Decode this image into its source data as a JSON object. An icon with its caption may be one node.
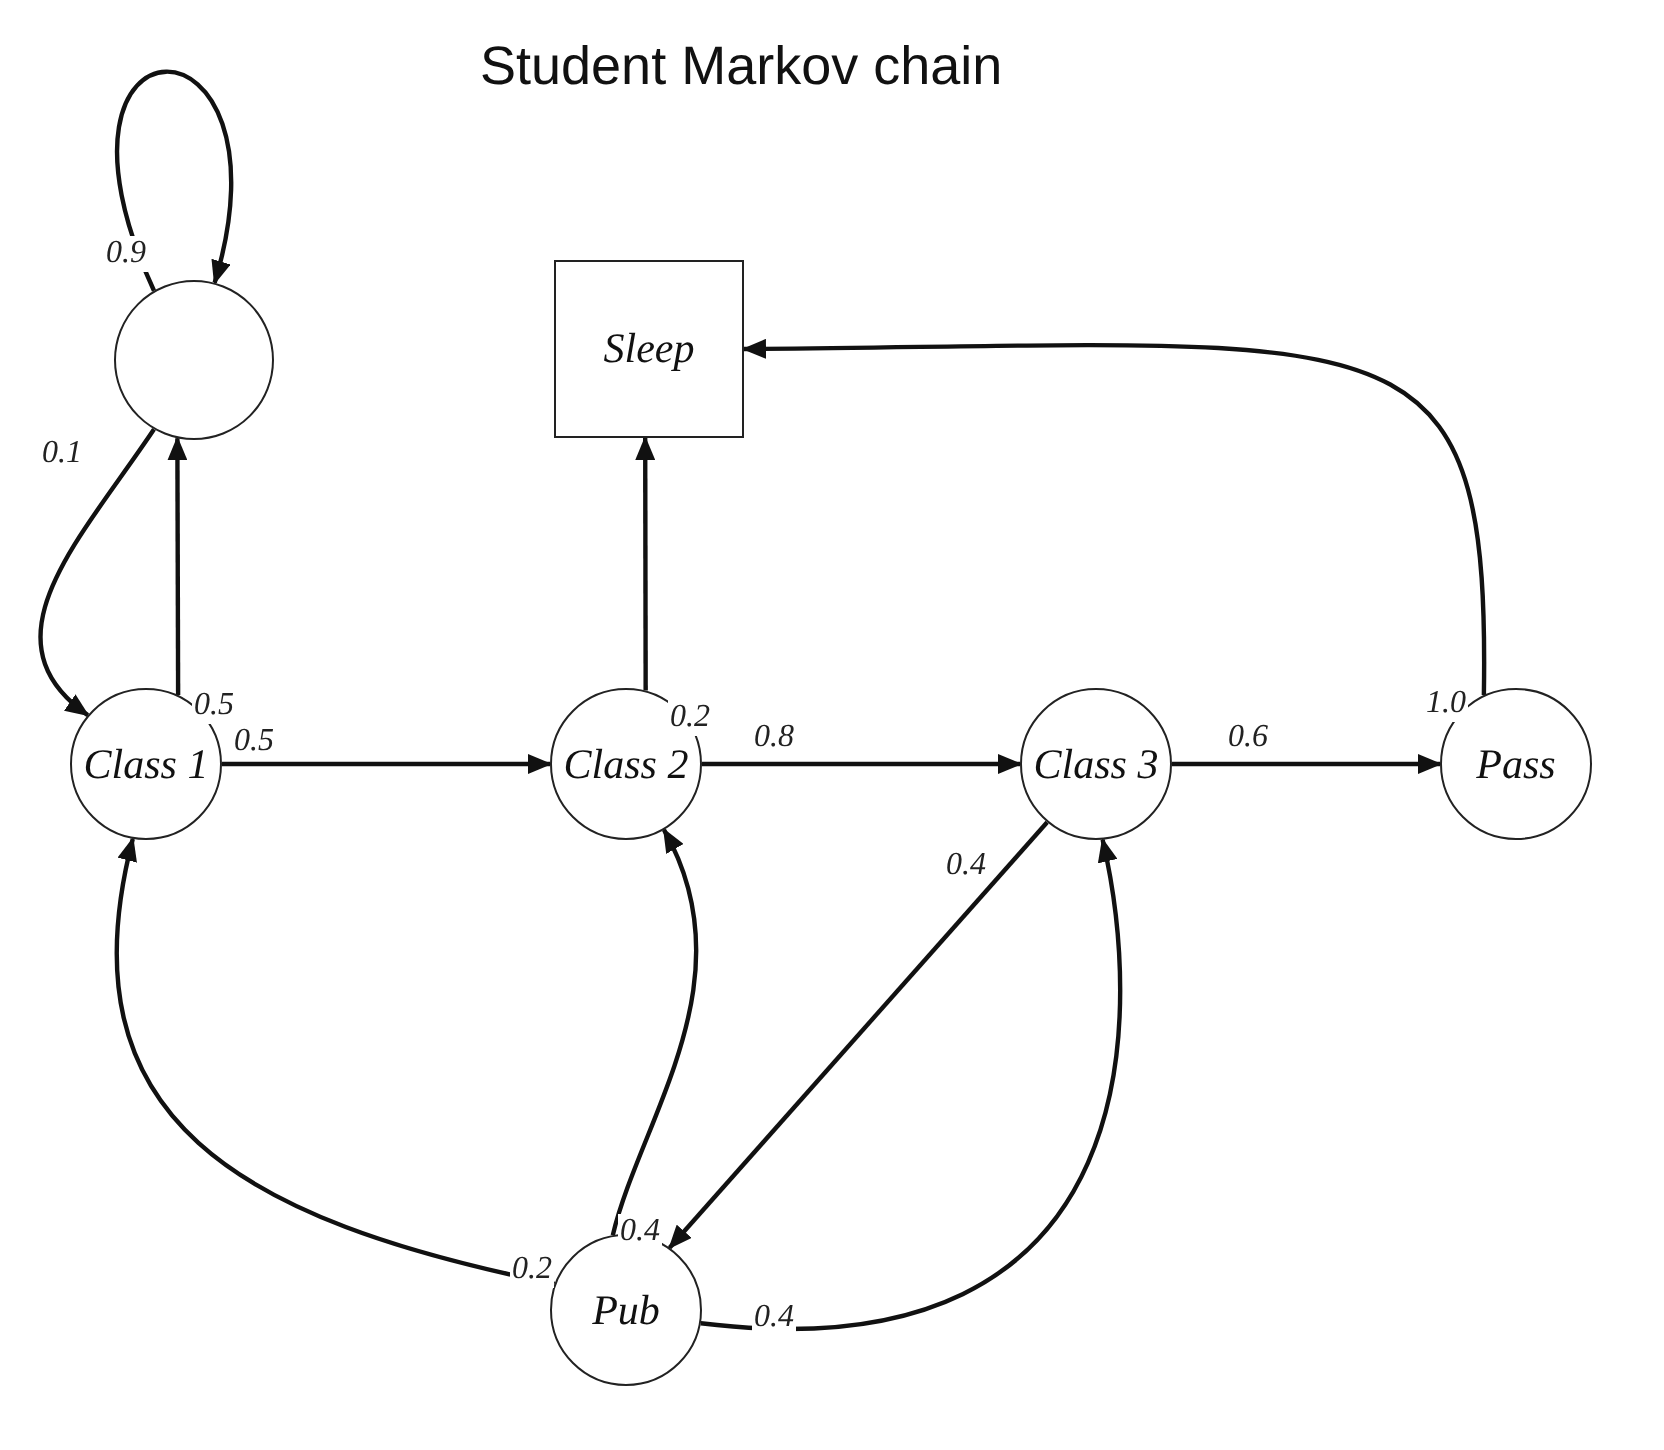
{
  "diagram": {
    "title": "Student Markov chain",
    "nodes": [
      {
        "text": [],
        "shape": "circle"
      },
      {
        "text": [
          "Sleep"
        ]
      },
      {
        "text": [
          "Class 1"
        ]
      },
      {
        "text": [
          "Class 2"
        ]
      },
      {
        "text": [
          "Class 3"
        ]
      },
      {
        "text": [
          "Pass"
        ]
      },
      {
        "text": [
          "Pub"
        ]
      }
    ],
    "edges": [
      {
        "from": 0,
        "to": 0,
        "arrow": "to",
        "label": "0.9"
      },
      {
        "from": 0,
        "to": 2,
        "arrow": "to",
        "label": "0.1"
      },
      {
        "from": 2,
        "to": 0,
        "arrow": "to",
        "label": "0.5"
      },
      {
        "from": 2,
        "to": 3,
        "arrow": "to",
        "label": "0.5"
      },
      {
        "from": 3,
        "to": 1,
        "arrow": "to",
        "label": "0.2"
      },
      {
        "from": 3,
        "to": 4,
        "arrow": "to",
        "label": "0.8"
      },
      {
        "from": 4,
        "to": 5,
        "arrow": "to",
        "label": "0.6"
      },
      {
        "from": 5,
        "to": 1,
        "arrow": "to",
        "label": "1.0"
      },
      {
        "from": 4,
        "to": 6,
        "arrow": "to",
        "label": "0.4"
      },
      {
        "from": 6,
        "to": 2,
        "arrow": "to",
        "label": "0.2"
      },
      {
        "from": 6,
        "to": 3,
        "arrow": "to",
        "label": "0.4"
      },
      {
        "from": 6,
        "to": 4,
        "arrow": "to",
        "label": "0.4"
      }
    ]
  }
}
